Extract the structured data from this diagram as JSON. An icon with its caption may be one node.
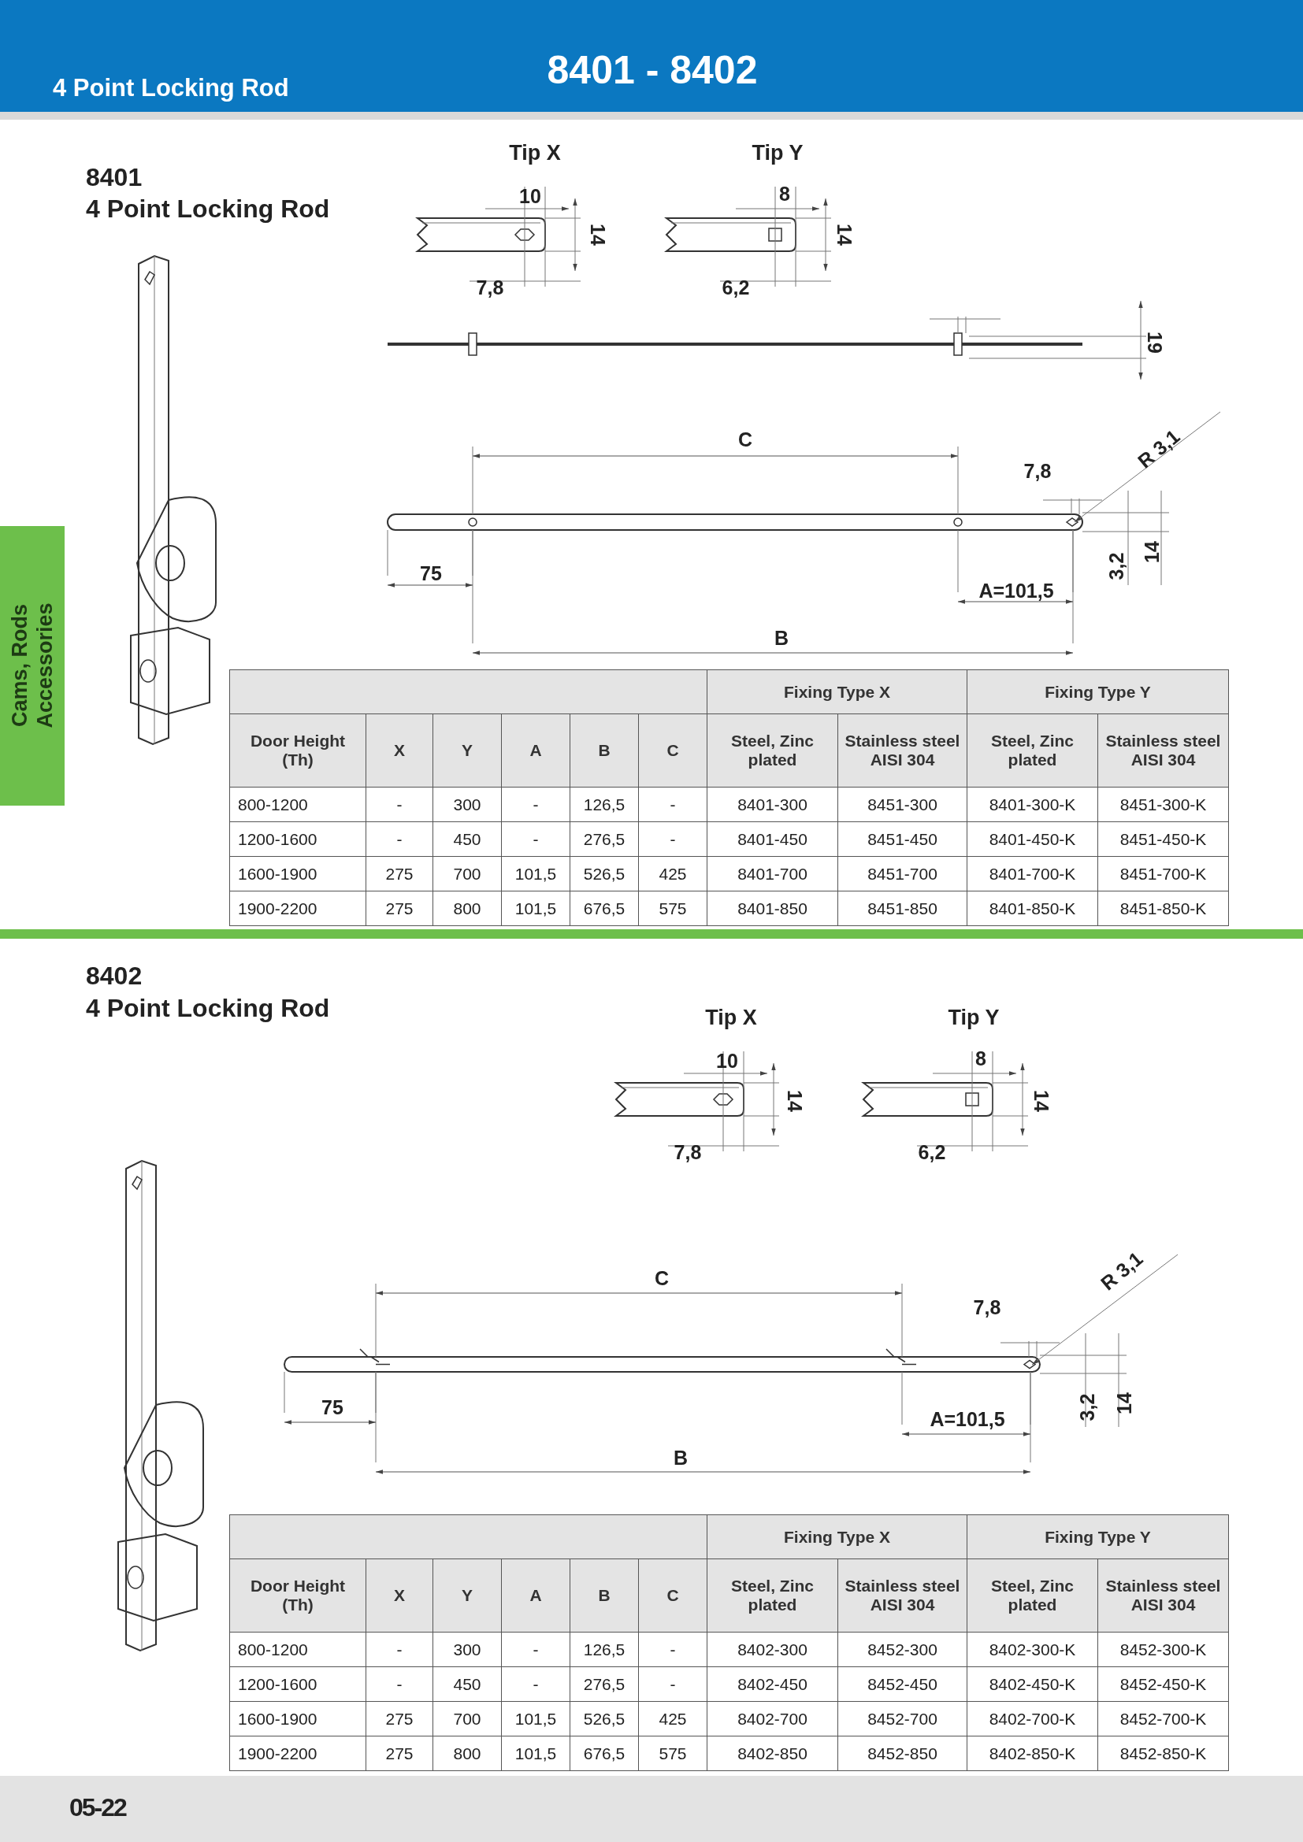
{
  "diagram": {
    "title": "8401 - 8402",
    "labels": [
      "4 Point Locking Rod",
      "Cams, Rods Accessories",
      "8401",
      "4 Point Locking Rod",
      "Tip X",
      "Tip Y",
      "10",
      "14",
      "7,8",
      "8",
      "14",
      "6,2",
      "19",
      "C",
      "7,8",
      "R 3,1",
      "75",
      "3,2",
      "14",
      "A=101,5",
      "B",
      "Fixing Type X",
      "Fixing Type Y",
      "Door Height (Th)",
      "X",
      "Y",
      "A",
      "B",
      "C",
      "Steel, Zinc plated",
      "Stainless steel AISI 304",
      "Steel, Zinc plated",
      "Stainless steel AISI 304",
      "800-1200",
      "-",
      "300",
      "-",
      "126,5",
      "-",
      "8401-300",
      "8451-300",
      "8401-300-K",
      "8451-300-K",
      "1200-1600",
      "-",
      "450",
      "-",
      "276,5",
      "-",
      "8401-450",
      "8451-450",
      "8401-450-K",
      "8451-450-K",
      "1600-1900",
      "275",
      "700",
      "101,5",
      "526,5",
      "425",
      "8401-700",
      "8451-700",
      "8401-700-K",
      "8451-700-K",
      "1900-2200",
      "275",
      "800",
      "101,5",
      "676,5",
      "575",
      "8401-850",
      "8451-850",
      "8401-850-K",
      "8451-850-K",
      "8402",
      "4 Point Locking Rod",
      "Tip X",
      "Tip Y",
      "10",
      "14",
      "7,8",
      "8",
      "14",
      "6,2",
      "C",
      "7,8",
      "R 3,1",
      "75",
      "3,2",
      "14",
      "A=101,5",
      "B",
      "Fixing Type X",
      "Fixing Type Y",
      "Door Height (Th)",
      "X",
      "Y",
      "A",
      "B",
      "C",
      "Steel, Zinc plated",
      "Stainless steel AISI 304",
      "Steel, Zinc plated",
      "Stainless steel AISI 304",
      "800-1200",
      "-",
      "300",
      "-",
      "126,5",
      "-",
      "8402-300",
      "8452-300",
      "8402-300-K",
      "8452-300-K",
      "1200-1600",
      "-",
      "450",
      "-",
      "276,5",
      "-",
      "8402-450",
      "8452-450",
      "8402-450-K",
      "8452-450-K",
      "1600-1900",
      "275",
      "700",
      "101,5",
      "526,5",
      "425",
      "8402-700",
      "8452-700",
      "8402-700-K",
      "8452-700-K",
      "1900-2200",
      "275",
      "800",
      "101,5",
      "676,5",
      "575",
      "8402-850",
      "8452-850",
      "8402-850-K",
      "8452-850-K",
      "05-22"
    ]
  }
}
